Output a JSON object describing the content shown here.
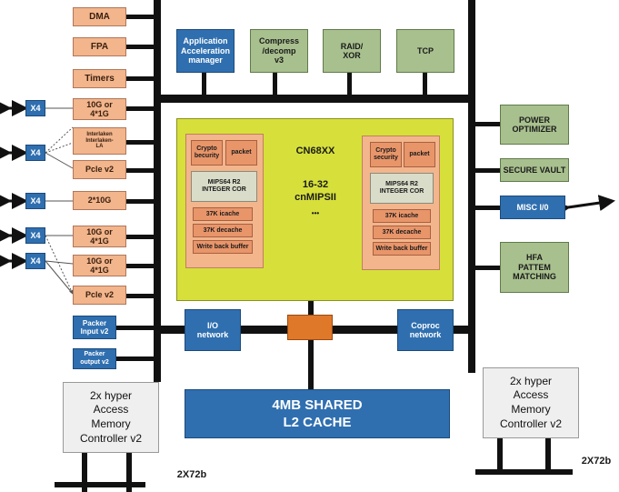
{
  "left_blocks": {
    "dma": "DMA",
    "fpa": "FPA",
    "timers": "Timers",
    "eth1": "10G or\n4*1G",
    "interlaken": "Interlaken\nInterlaken-\nLA",
    "pcie1": "Pcle v2",
    "xaui": "2*10G",
    "eth2": "10G or\n4*1G",
    "eth3": "10G or\n4*1G",
    "pcie2": "Pcle v2"
  },
  "x4_labels": [
    "X4",
    "X4",
    "X4",
    "X4",
    "X4"
  ],
  "packet_blocks": {
    "input": "Packer\nInput v2",
    "output": "Packer\noutput v2"
  },
  "top_blocks": {
    "app_accel": "Application\nAcceleration\nmanager",
    "compress": "Compress\n/decomp\nv3",
    "raid": "RAID/\nXOR",
    "tcp": "TCP"
  },
  "right_blocks": {
    "power": "POWER\nOPTIMIZER",
    "vault": "SECURE VAULT",
    "misc": "MISC I/0",
    "hfa": "HFA\nPATTEM\nMATCHING"
  },
  "chip": {
    "name": "CN68XX",
    "cores": "16-32\ncnMIPSII",
    "dots": "•••"
  },
  "core": {
    "crypto": "Crypto\nbecurity",
    "packet": "packet",
    "mips": "MIPS64 R2\nINTEGER COR",
    "icache": "37K icache",
    "dcache": "37K decache",
    "wbb": "Write back buffer"
  },
  "core_right": {
    "crypto": "Crypto\nsecurity",
    "packet": "packet",
    "mips": "MIPS64 R2\nINTEGER COR",
    "icache": "37K icache",
    "dcache": "37K decache",
    "wbb": "Write back buffer"
  },
  "bottom_blocks": {
    "io_network": "I/O\nnetwork",
    "coproc": "Coproc\nnetwork",
    "l2cache": "4MB SHARED\nL2 CACHE"
  },
  "memory": {
    "left": "2x hyper\nAccess\nMemory\nController v2",
    "right": "2x hyper\nAccess\nMemory\nController v2",
    "left_width": "2X72b",
    "right_width": "2X72b"
  },
  "colors": {
    "salmon": "#f2b58c",
    "blue": "#2f6fb0",
    "green": "#a8c08e",
    "yellow": "#d7e03a",
    "gray": "#efefef"
  }
}
